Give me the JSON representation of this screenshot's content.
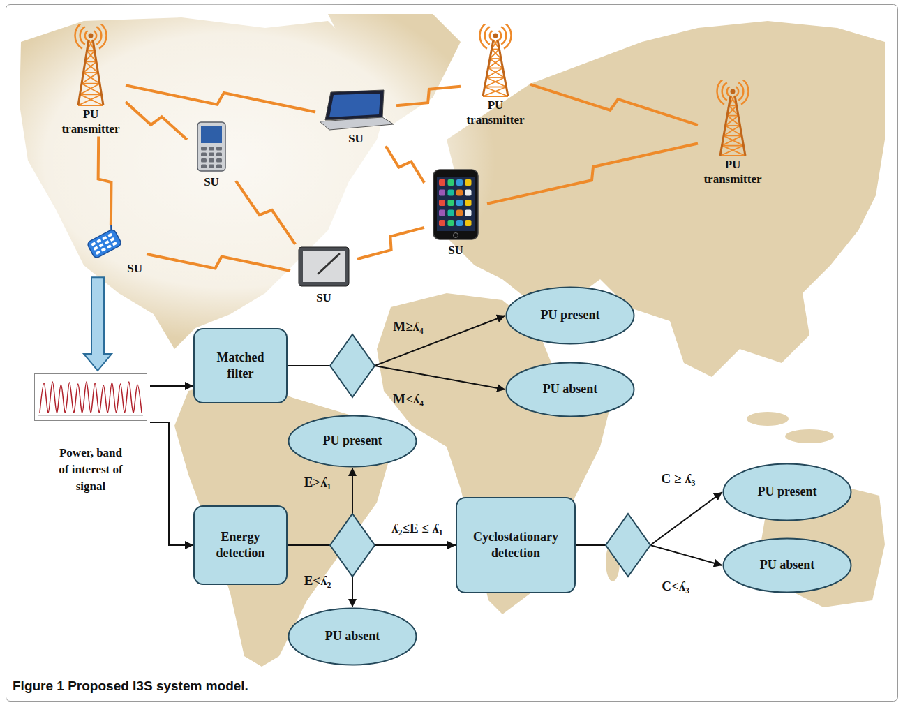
{
  "diagram": {
    "caption": "Figure 1 Proposed I3S system model.",
    "nodes": [
      {
        "text": [
          "PU transmitter"
        ]
      },
      {
        "text": [
          "SU"
        ]
      },
      {
        "text": [
          "SU"
        ]
      },
      {
        "text": [
          "PU transmitter"
        ]
      },
      {
        "text": [
          "PU transmitter"
        ]
      },
      {
        "text": [
          "SU"
        ]
      },
      {
        "text": [
          "SU"
        ]
      },
      {
        "text": [
          "SU"
        ]
      },
      {
        "text": [
          "Power, band of interest of signal"
        ]
      },
      {
        "text": [
          "Matched filter"
        ]
      },
      {
        "text": [
          "PU present"
        ]
      },
      {
        "text": [
          "PU absent"
        ]
      },
      {
        "text": [
          "PU present"
        ]
      },
      {
        "text": [
          "Energy detection"
        ]
      },
      {
        "text": [
          "Cyclostationary detection"
        ]
      },
      {
        "text": [
          "PU present"
        ]
      },
      {
        "text": [
          "PU absent"
        ]
      },
      {
        "text": [
          "PU absent"
        ]
      }
    ],
    "edges": [
      {
        "from": 0,
        "to": 1,
        "arrow": "none"
      },
      {
        "from": 0,
        "to": 6,
        "arrow": "none"
      },
      {
        "from": 0,
        "to": 2,
        "arrow": "none"
      },
      {
        "from": 1,
        "to": 7,
        "arrow": "none"
      },
      {
        "from": 6,
        "to": 7,
        "arrow": "none"
      },
      {
        "from": 7,
        "to": 5,
        "arrow": "none"
      },
      {
        "from": 2,
        "to": 3,
        "arrow": "none"
      },
      {
        "from": 2,
        "to": 5,
        "arrow": "none"
      },
      {
        "from": 3,
        "to": 4,
        "arrow": "none"
      },
      {
        "from": 5,
        "to": 4,
        "arrow": "none"
      },
      {
        "from": 6,
        "to": 8,
        "arrow": "to"
      },
      {
        "from": 8,
        "to": 9,
        "arrow": "to"
      },
      {
        "from": 8,
        "to": 13,
        "arrow": "to"
      },
      {
        "from": 9,
        "to": 10,
        "arrow": "to",
        "label": "M≥ʎ₄"
      },
      {
        "from": 9,
        "to": 11,
        "arrow": "to",
        "label": "M<ʎ₄"
      },
      {
        "from": 13,
        "to": 12,
        "arrow": "to",
        "label": "E>ʎ₁"
      },
      {
        "from": 13,
        "to": 17,
        "arrow": "to",
        "label": "E<ʎ₂"
      },
      {
        "from": 13,
        "to": 14,
        "arrow": "to",
        "label": "ʎ₂≤E ≤ ʎ₁"
      },
      {
        "from": 14,
        "to": 15,
        "arrow": "to",
        "label": "C ≥ ʎ₃"
      },
      {
        "from": 14,
        "to": 16,
        "arrow": "to",
        "label": "C<ʎ₃"
      }
    ]
  }
}
